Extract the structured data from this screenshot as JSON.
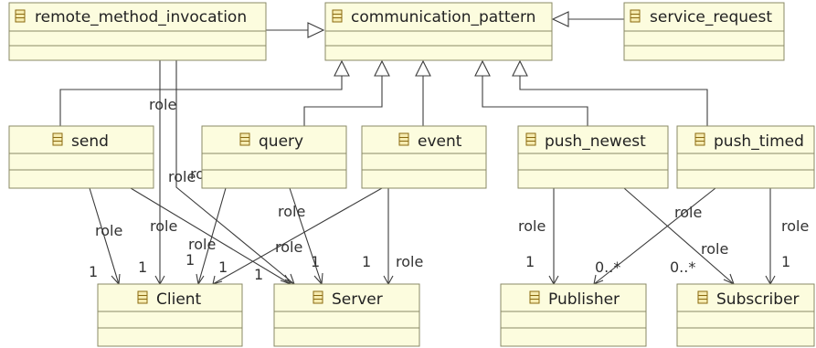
{
  "classes": [
    {
      "id": "rmi",
      "name": "remote_method_invocation"
    },
    {
      "id": "comm",
      "name": "communication_pattern"
    },
    {
      "id": "svcreq",
      "name": "service_request"
    },
    {
      "id": "send",
      "name": "send"
    },
    {
      "id": "query",
      "name": "query"
    },
    {
      "id": "event",
      "name": "event"
    },
    {
      "id": "pushnew",
      "name": "push_newest"
    },
    {
      "id": "pushtimed",
      "name": "push_timed"
    },
    {
      "id": "client",
      "name": "Client"
    },
    {
      "id": "server",
      "name": "Server"
    },
    {
      "id": "publisher",
      "name": "Publisher"
    },
    {
      "id": "subscriber",
      "name": "Subscriber"
    }
  ],
  "generalizations": [
    {
      "from": "rmi",
      "to": "comm"
    },
    {
      "from": "svcreq",
      "to": "comm"
    },
    {
      "from": "send",
      "to": "comm"
    },
    {
      "from": "query",
      "to": "comm"
    },
    {
      "from": "event",
      "to": "comm"
    },
    {
      "from": "pushnew",
      "to": "comm"
    },
    {
      "from": "pushtimed",
      "to": "comm"
    }
  ],
  "associations": [
    {
      "from": "send",
      "to": "client",
      "role": "role",
      "multiplicity": "1"
    },
    {
      "from": "send",
      "to": "server",
      "role": "role",
      "multiplicity": "1"
    },
    {
      "from": "rmi",
      "to": "client",
      "role": "role",
      "multiplicity": "1"
    },
    {
      "from": "rmi",
      "to": "server",
      "role": "role",
      "multiplicity": "1"
    },
    {
      "from": "query",
      "to": "client",
      "role": "role",
      "multiplicity": "1"
    },
    {
      "from": "query",
      "to": "server",
      "role": "role",
      "multiplicity": "1"
    },
    {
      "from": "event",
      "to": "client",
      "role": "role",
      "multiplicity": "1"
    },
    {
      "from": "event",
      "to": "server",
      "role": "role",
      "multiplicity": "1"
    },
    {
      "from": "pushnew",
      "to": "publisher",
      "role": "role",
      "multiplicity": "1"
    },
    {
      "from": "pushnew",
      "to": "subscriber",
      "role": "role",
      "multiplicity": "0..*"
    },
    {
      "from": "pushtimed",
      "to": "publisher",
      "role": "role",
      "multiplicity": "0..*"
    },
    {
      "from": "pushtimed",
      "to": "subscriber",
      "role": "role",
      "multiplicity": "1"
    }
  ],
  "colors": {
    "class_fill": "#fcfcde",
    "class_border": "#8a8a66",
    "edge": "#3c3c3c"
  },
  "icons": {
    "class": "class-icon"
  }
}
